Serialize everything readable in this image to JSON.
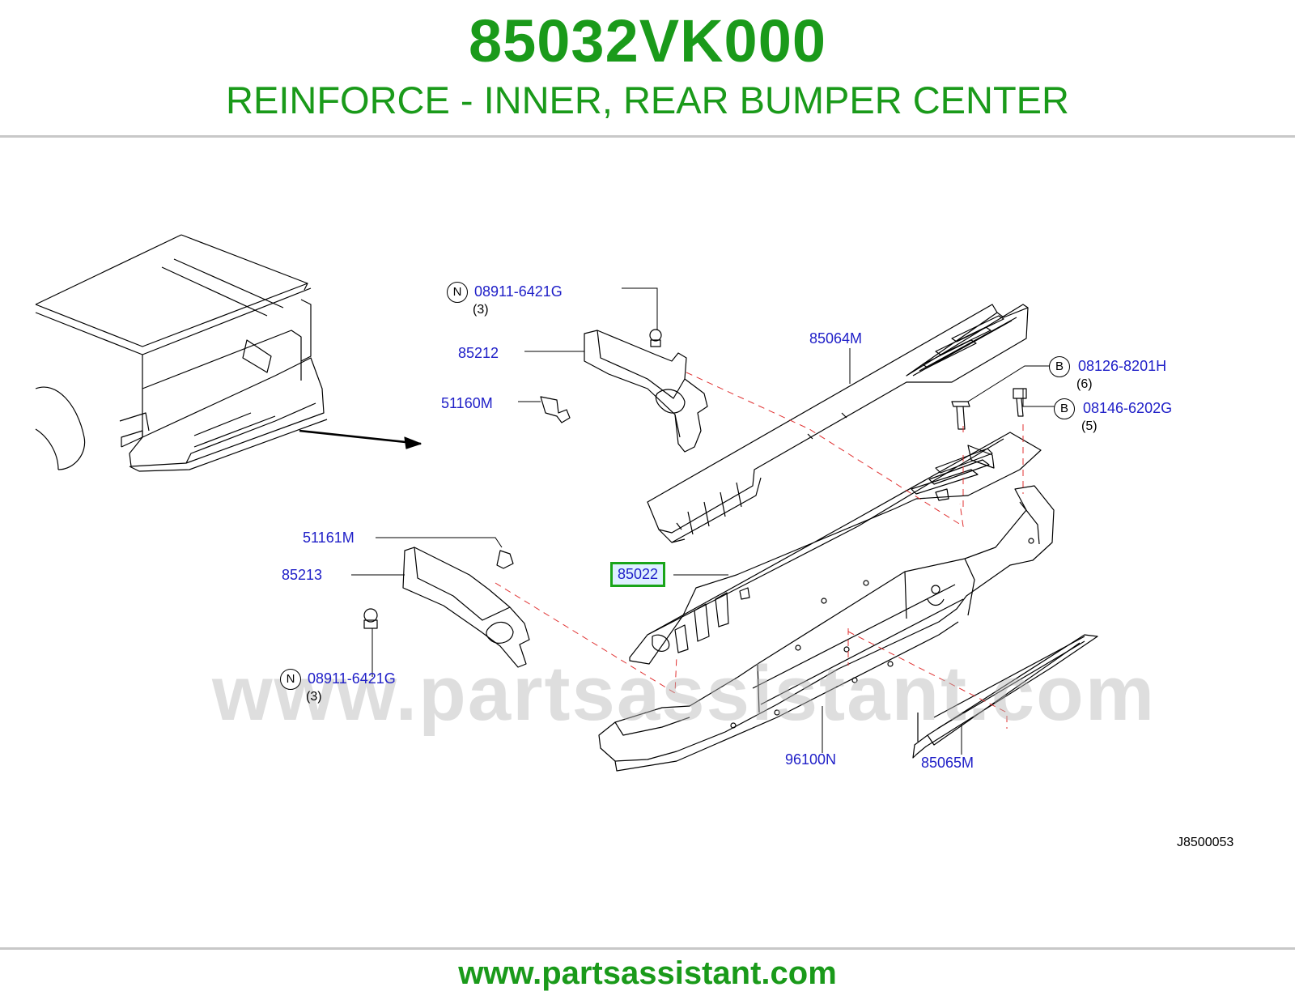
{
  "header": {
    "part_number": "85032VK000",
    "description": "REINFORCE - INNER, REAR BUMPER CENTER"
  },
  "diagram": {
    "watermark": "www.partsassistant.com",
    "drawing_id": "J8500053",
    "callouts": {
      "c1": {
        "symbol": "N",
        "code": "08911-6421G",
        "qty": "(3)"
      },
      "c2": {
        "code": "85212"
      },
      "c3": {
        "code": "51160M"
      },
      "c4": {
        "code": "85064M"
      },
      "c5": {
        "symbol": "B",
        "code": "08126-8201H",
        "qty": "(6)"
      },
      "c6": {
        "symbol": "B",
        "code": "08146-6202G",
        "qty": "(5)"
      },
      "c7": {
        "code": "51161M"
      },
      "c8": {
        "code": "85213"
      },
      "c9": {
        "code": "85022"
      },
      "c10": {
        "symbol": "N",
        "code": "08911-6421G",
        "qty": "(3)"
      },
      "c11": {
        "code": "96100N"
      },
      "c12": {
        "code": "85065M"
      }
    }
  },
  "footer": {
    "url": "www.partsassistant.com"
  },
  "colors": {
    "title": "#1a9a1a",
    "callout_text": "#2020c8",
    "highlight_border": "#1aa51a",
    "dashed_leader": "#e03030"
  }
}
